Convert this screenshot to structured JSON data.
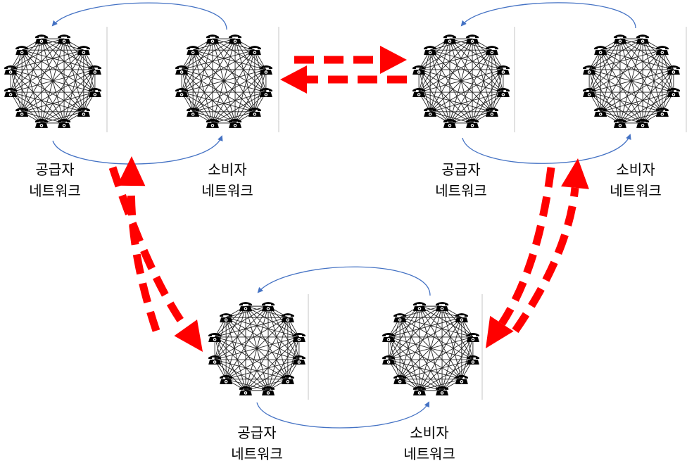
{
  "groups": [
    {
      "supplier": {
        "line1": "공급자",
        "line2": "네트워크"
      },
      "consumer": {
        "line1": "소비자",
        "line2": "네트워크"
      }
    },
    {
      "supplier": {
        "line1": "공급자",
        "line2": "네트워크"
      },
      "consumer": {
        "line1": "소비자",
        "line2": "네트워크"
      }
    },
    {
      "supplier": {
        "line1": "공급자",
        "line2": "네트워크"
      },
      "consumer": {
        "line1": "소비자",
        "line2": "네트워크"
      }
    }
  ],
  "node_icon": "telephone-icon",
  "colors": {
    "mesh": "#222222",
    "loop_arrow": "#4472c4",
    "exchange_arrow": "#ff0000",
    "divider": "#d9d9d9"
  }
}
